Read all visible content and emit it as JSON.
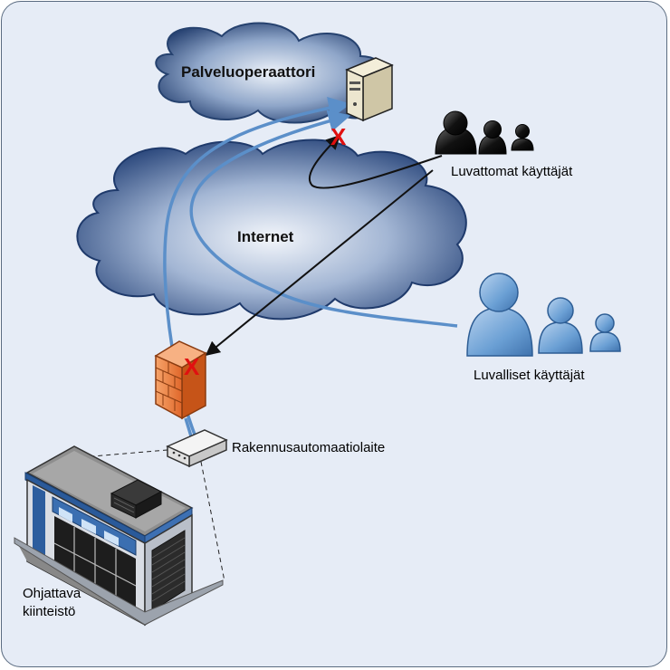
{
  "clouds": {
    "operator": {
      "label": "Palveluoperaattori",
      "icon": "cloud-icon"
    },
    "internet": {
      "label": "Internet",
      "icon": "cloud-icon"
    }
  },
  "nodes": {
    "server": {
      "icon": "server-icon"
    },
    "firewall": {
      "icon": "firewall-icon"
    },
    "automation_device": {
      "label": "Rakennusautomaatiolaite",
      "icon": "network-device-icon"
    },
    "building": {
      "label": "Ohjattava kiinteistö",
      "icon": "building-icon"
    }
  },
  "user_groups": {
    "unauthorized": {
      "label": "Luvattomat käyttäjät",
      "color": "#111111",
      "icon": "user-group-icon"
    },
    "authorized": {
      "label": "Luvalliset käyttäjät",
      "color": "#6a9fd4",
      "icon": "user-group-icon"
    }
  },
  "connections": {
    "blocked_marker": "X",
    "blocked_color": "#e01010",
    "authorized_line_color": "#5b8fc9",
    "unauthorized_line_color": "#111111"
  }
}
